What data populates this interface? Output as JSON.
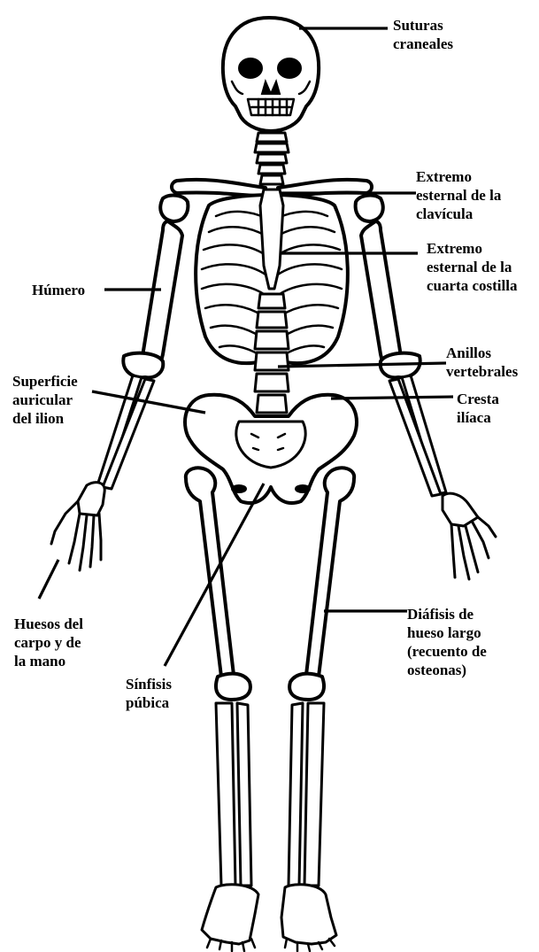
{
  "labels": {
    "suturas": [
      "Suturas",
      "craneales"
    ],
    "clavicula": [
      "Extremo",
      "esternal de la",
      "clavícula"
    ],
    "costilla": [
      "Extremo",
      "esternal de la",
      "cuarta costilla"
    ],
    "humero": [
      "Húmero"
    ],
    "anillos": [
      "Anillos",
      "vertebrales"
    ],
    "auricular": [
      "Superficie",
      "auricular",
      "del ilion"
    ],
    "cresta": [
      "Cresta",
      "ilíaca"
    ],
    "carpo": [
      "Huesos del",
      "carpo y de",
      "la mano"
    ],
    "diafisis": [
      "Diáfisis de",
      "hueso largo",
      "(recuento de",
      "osteonas)"
    ],
    "sinfisis": [
      "Sínfisis",
      "púbica"
    ]
  }
}
